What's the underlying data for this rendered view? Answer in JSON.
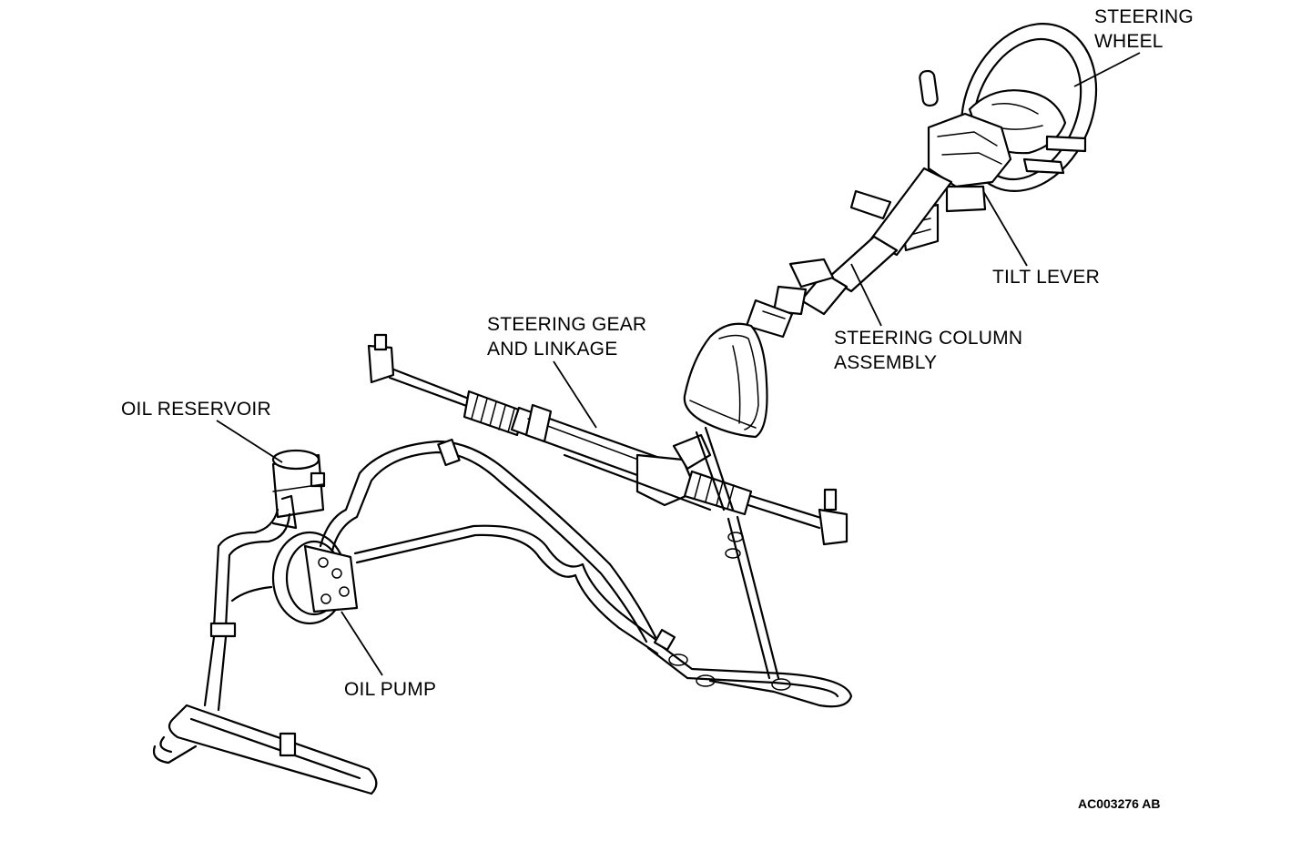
{
  "labels": {
    "steering_wheel": [
      "STEERING",
      "WHEEL"
    ],
    "tilt_lever": "TILT LEVER",
    "steering_column": [
      "STEERING COLUMN",
      "ASSEMBLY"
    ],
    "steering_gear": [
      "STEERING GEAR",
      "AND LINKAGE"
    ],
    "oil_reservoir": "OIL RESERVOIR",
    "oil_pump": "OIL PUMP"
  },
  "reference_code": "AC003276 AB"
}
